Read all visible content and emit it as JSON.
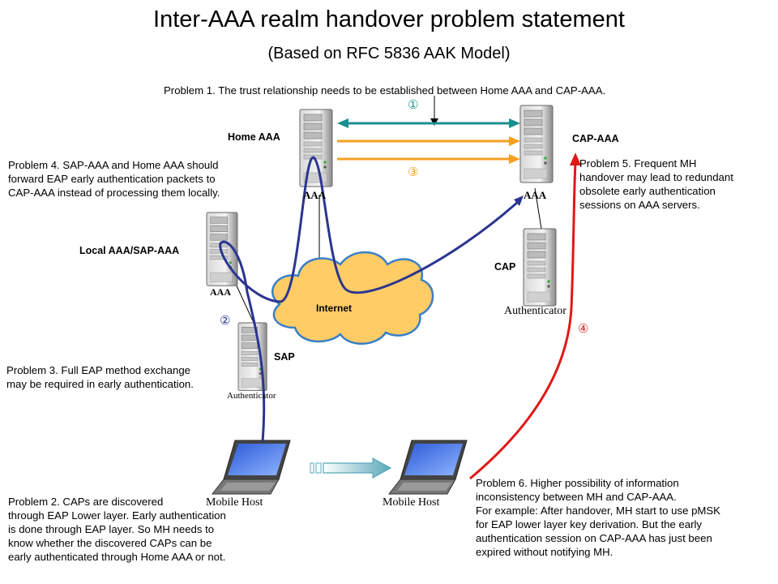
{
  "title": "Inter-AAA realm handover problem statement",
  "subtitle": "(Based on RFC 5836 AAK Model)",
  "problems": {
    "p1": "Problem 1. The trust relationship needs to be established between Home AAA and CAP-AAA.",
    "p2": [
      "Problem 2. CAPs are discovered",
      "through EAP Lower layer. Early authentication",
      "is done through EAP layer. So MH needs to",
      "know whether the discovered CAPs can be",
      "early authenticated through Home AAA or not."
    ],
    "p3": [
      "Problem 3. Full EAP method exchange",
      "may be required in early authentication."
    ],
    "p4": [
      "Problem 4. SAP-AAA and Home AAA should",
      "forward EAP early authentication packets to",
      "CAP-AAA instead of processing them locally."
    ],
    "p5": [
      "Problem 5. Frequent MH",
      "handover may lead to redundant",
      "obsolete early authentication",
      "sessions on AAA servers."
    ],
    "p6": [
      "Problem 6. Higher possibility of information",
      "inconsistency between MH and CAP-AAA.",
      "For example: After handover, MH start to use pMSK",
      "for EAP lower layer key derivation. But the early",
      "authentication session on CAP-AAA has just been",
      "expired without notifying MH."
    ]
  },
  "nodes": {
    "home_aaa": "Home AAA",
    "cap_aaa": "CAP-AAA",
    "local_aaa": "Local AAA/SAP-AAA",
    "cap": "CAP",
    "sap": "SAP",
    "internet": "Internet",
    "server_tag": "AAA",
    "authenticator_tag": "Authenticator",
    "mobile_host": "Mobile Host"
  },
  "markers": [
    "①",
    "②",
    "③",
    "④"
  ],
  "colors": {
    "teal": "#1a9090",
    "orange": "#f5a020",
    "navy": "#2b3590",
    "red": "#e01818",
    "cloud": "#ffcc66"
  }
}
